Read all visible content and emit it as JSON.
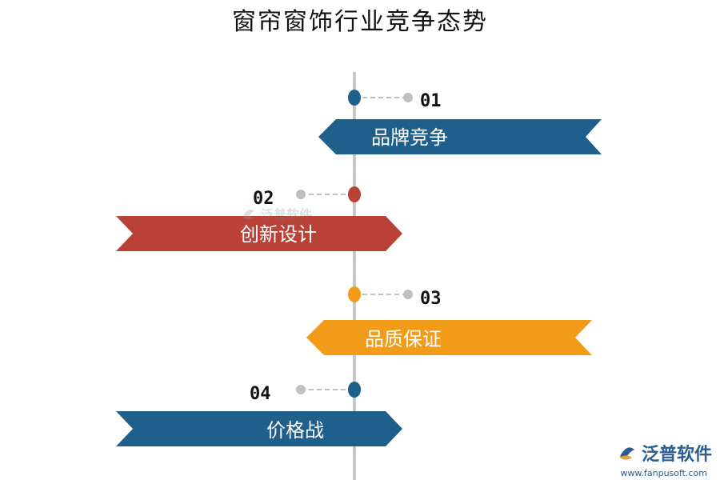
{
  "title": "窗帘窗饰行业竞争态势",
  "items": [
    {
      "number": "01",
      "label": "品牌竞争",
      "color": "#1f5f8b"
    },
    {
      "number": "02",
      "label": "创新设计",
      "color": "#b94136"
    },
    {
      "number": "03",
      "label": "品质保证",
      "color": "#f29b19"
    },
    {
      "number": "04",
      "label": "价格战",
      "color": "#1f5f8b"
    }
  ],
  "colors": {
    "axis": "#c8c8c8",
    "connector": "#bfbfbf"
  },
  "watermark": {
    "text": "泛普软件"
  },
  "logo": {
    "text": "泛普软件",
    "url": "www.fanpusoft.com"
  }
}
